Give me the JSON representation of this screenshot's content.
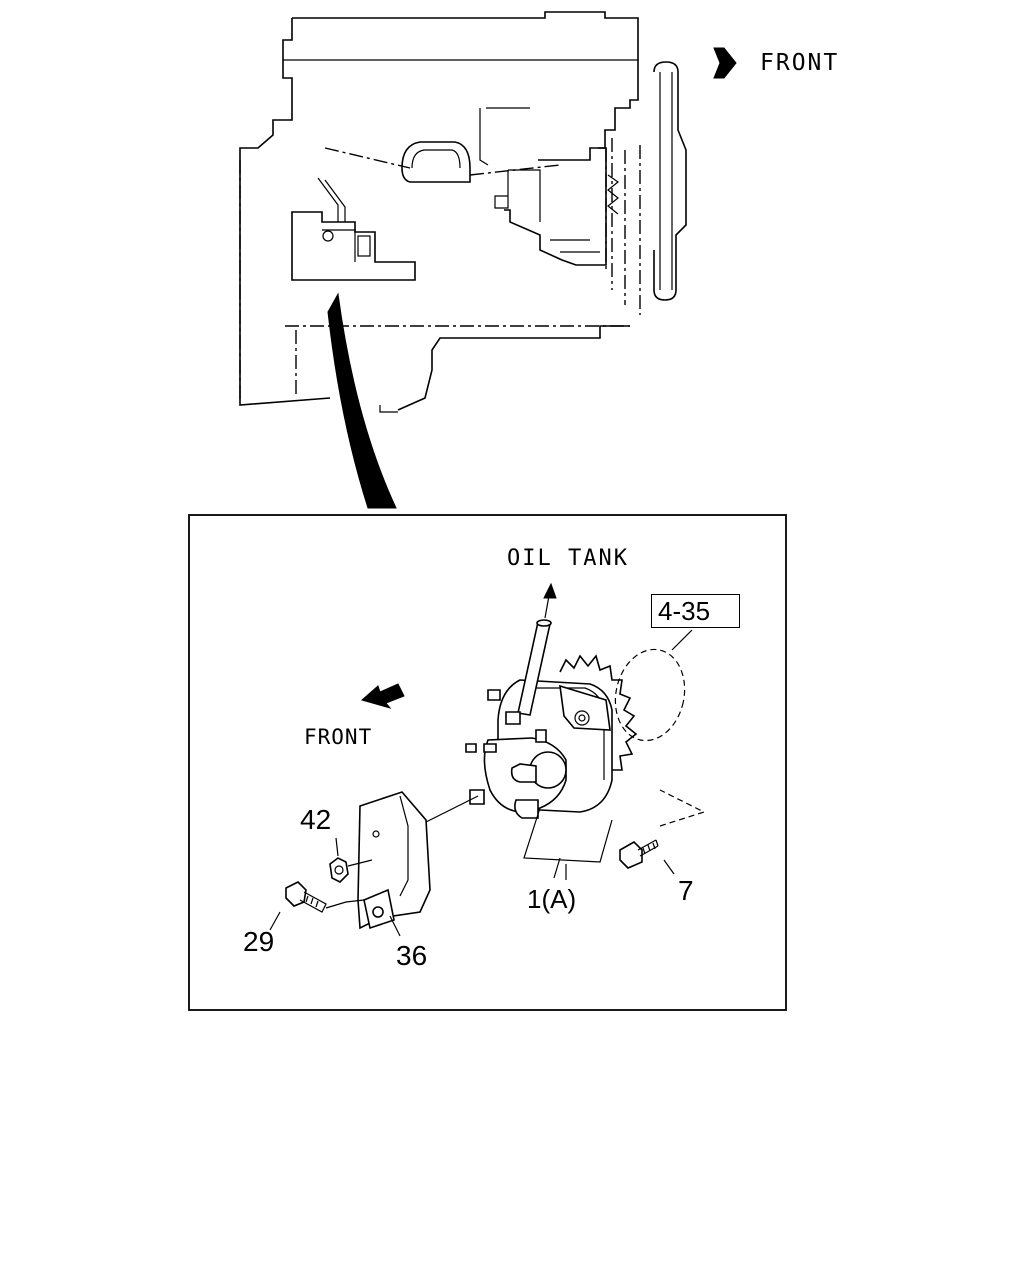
{
  "overview": {
    "front_label": "FRONT"
  },
  "detail": {
    "oil_tank_label": "OIL TANK",
    "front_label": "FRONT",
    "ref_box_label": "4-35",
    "callouts": {
      "pump_assembly": "1(A)",
      "bolt": "7",
      "nut": "42",
      "bolt_bracket": "29",
      "bracket": "36"
    }
  },
  "colors": {
    "line": "#000000",
    "background": "#ffffff"
  }
}
